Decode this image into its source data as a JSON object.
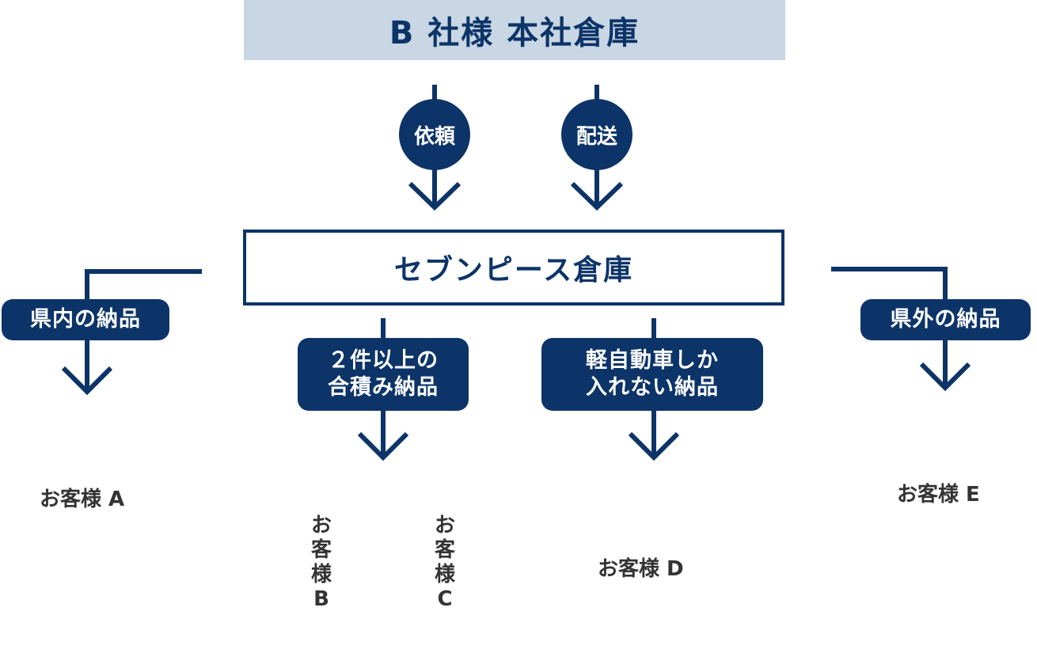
{
  "header": {
    "title": "B 社様 本社倉庫"
  },
  "flow": {
    "request": "依頼",
    "delivery": "配送"
  },
  "warehouse": {
    "name": "セブンピース倉庫"
  },
  "branches": {
    "in_pref": "県内の納品",
    "combined_line1": "２件以上の",
    "combined_line2": "合積み納品",
    "kei_line1": "軽自動車しか",
    "kei_line2": "入れない納品",
    "out_pref": "県外の納品"
  },
  "customers": {
    "a": "お客様 A",
    "b": "お客様B",
    "c": "お客様C",
    "d": "お客様 D",
    "e": "お客様 E"
  },
  "colors": {
    "navy": "#0c3468",
    "header_bg": "#c9d6e3",
    "text": "#333333"
  }
}
